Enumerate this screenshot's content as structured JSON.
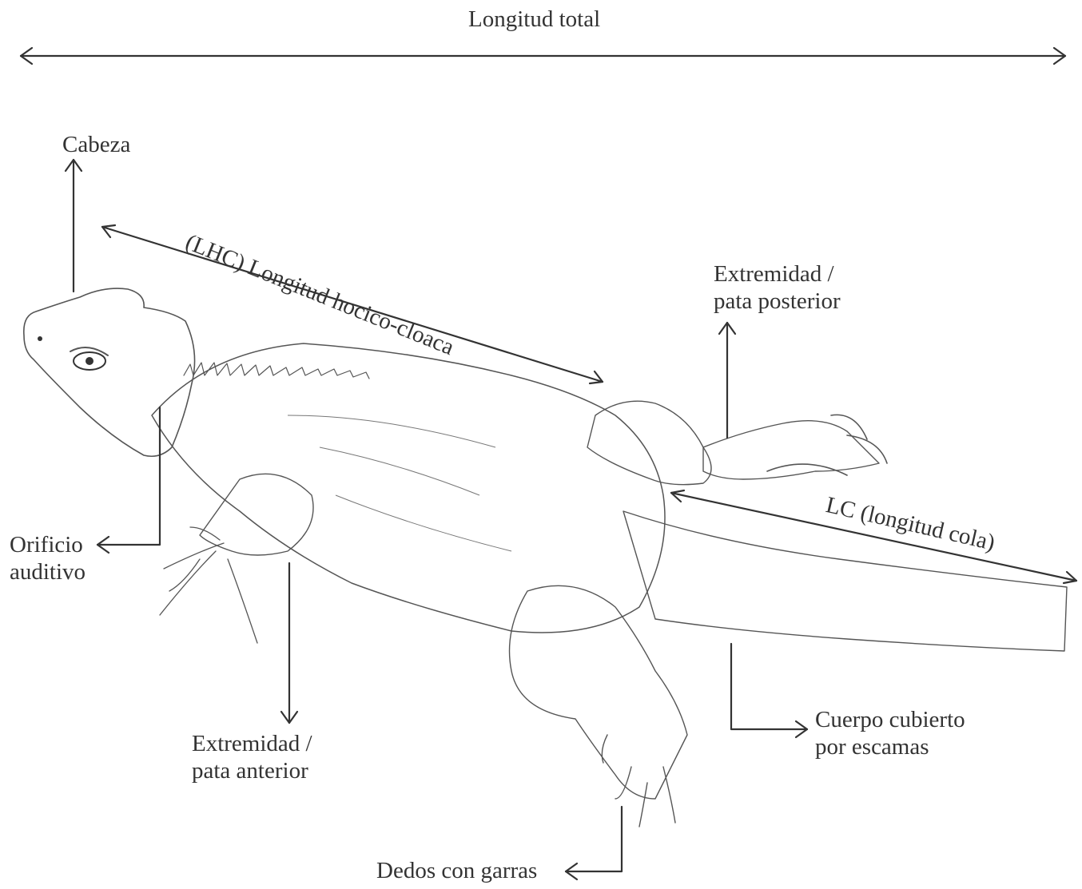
{
  "labels": {
    "total_length": "Longitud total",
    "head": "Cabeza",
    "snout_vent_length": "(LHC) Longitud hocico-cloaca",
    "hind_limb_line1": "Extremidad /",
    "hind_limb_line2": "pata posterior",
    "tail_length": "LC (longitud cola)",
    "ear_opening_line1": "Orificio",
    "ear_opening_line2": "auditivo",
    "fore_limb_line1": "Extremidad /",
    "fore_limb_line2": "pata anterior",
    "scales_line1": "Cuerpo cubierto",
    "scales_line2": "por escamas",
    "claws": "Dedos con garras"
  },
  "colors": {
    "ink": "#333333",
    "background": "#ffffff"
  }
}
